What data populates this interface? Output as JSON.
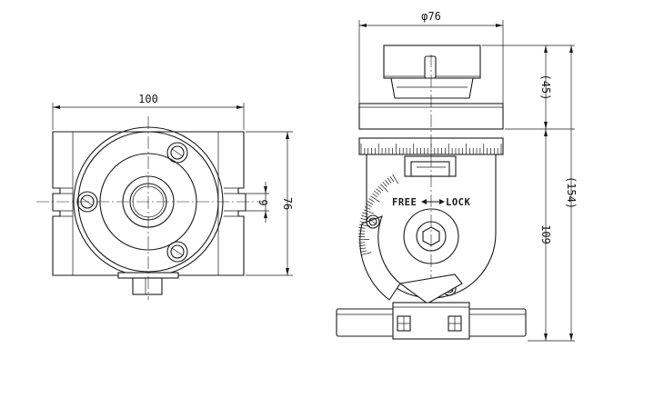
{
  "diagram": {
    "dimensions": {
      "width_top": "100",
      "height_side": "76",
      "slot": "9",
      "diameter": "φ76",
      "height_upper": "(45)",
      "height_total": "(154)",
      "height_lower": "109"
    },
    "labels": {
      "free": "FREE",
      "lock": "LOCK"
    },
    "scale_ticks": 40,
    "dial_ticks": 30
  }
}
